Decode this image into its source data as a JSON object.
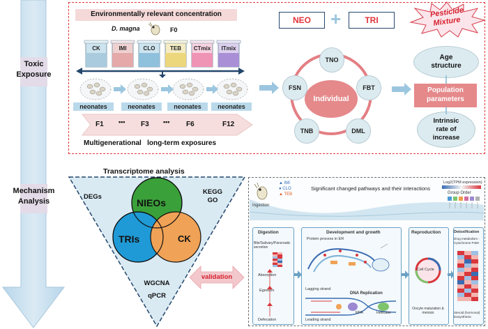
{
  "left_labels": {
    "toxic": "Toxic\nExposure",
    "mechanism": "Mechanism\nAnalysis"
  },
  "exposure": {
    "title": "Environmentally relevant concentration",
    "species": "D. magna",
    "generation_start": "F0",
    "beakers": [
      "CK",
      "IMI",
      "CLO",
      "TEB",
      "CTmix",
      "ITmix"
    ],
    "neonates": [
      "neonates",
      "neonates",
      "neonates",
      "neonates"
    ],
    "generations": [
      "F1",
      "F3",
      "F6",
      "F12"
    ],
    "ellipsis": "•••",
    "caption": "Multigenerational   long-term exposures"
  },
  "mixture": {
    "neo": "NEO",
    "plus": "+",
    "tri": "TRI",
    "pesticide_line1": "Pesticide",
    "pesticide_line2": "Mixture"
  },
  "individual": {
    "center": "Individual",
    "nodes": [
      "TNO",
      "FBT",
      "DML",
      "TNB",
      "FSN"
    ]
  },
  "population": {
    "age": "Age\nstructure",
    "params": "Population\nparameters",
    "rate": "Intrinsic\nrate of\nincrease"
  },
  "transcriptome": {
    "title": "Transcriptome analysis",
    "degs": "DEGs",
    "kegg": "KEGG\nGO",
    "wgcna": "WGCNA\nqPCR",
    "neoi": "NIEOs",
    "tri": "TRIs",
    "ck": "CK"
  },
  "validation": "validation",
  "pathways": {
    "title": "Significant changed pathways and their interactions",
    "legend_items": [
      "IMI",
      "CLO",
      "TEB"
    ],
    "scale_title": "Log2(TPM expression)",
    "group_order": "Group Order",
    "ingestion": "Ingestion",
    "sections": {
      "digestion": "Digestion",
      "development": "Development and growth",
      "reproduction": "Reproduction",
      "detoxification": "Detoxification"
    },
    "digestion_items": [
      "Bile/Salivary/Pancreatic secretion",
      "Absorption",
      "Egestion",
      "Defecation"
    ],
    "dev_items": [
      "Protein process in ER",
      "Lagging strand",
      "DNA Replication",
      "Leading strand",
      "RPA",
      "Helicase"
    ],
    "repro_items": [
      "Cell Cycle",
      "Oocyte maturation & meiosis"
    ],
    "detox_items": [
      "Drug metabolism - Cytochrome P450",
      "Steroid (hormonal) biosynthesis"
    ]
  },
  "colors": {
    "arrow_blue": "#c6dfee",
    "dashed_red": "#e0333a",
    "dashed_blue": "#24466b",
    "neo_circle": "#3aa03a",
    "tri_circle": "#1f9ad6",
    "ck_circle": "#f0a256"
  }
}
